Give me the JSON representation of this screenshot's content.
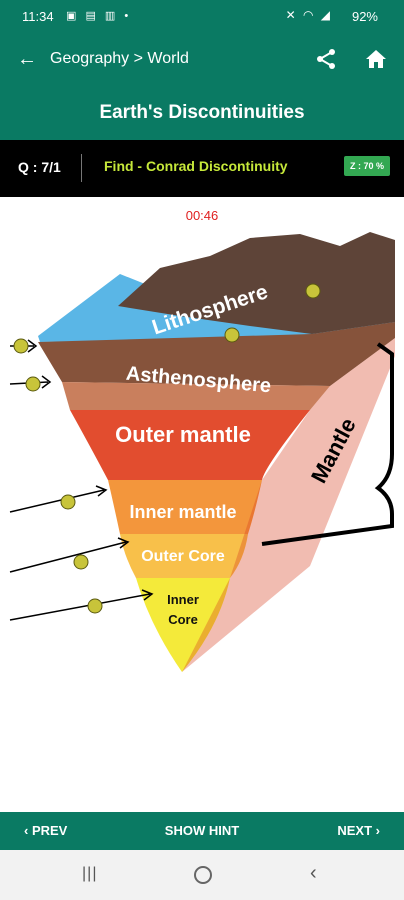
{
  "status": {
    "time": "11:34",
    "battery": "92%"
  },
  "app_bar": {
    "breadcrumb": "Geography > World"
  },
  "title": "Earth's Discontinuities",
  "question": {
    "number": "Q : 7/1",
    "prompt": "Find - Conrad Discontinuity",
    "zoom": "Z : 70 %"
  },
  "timer": "00:46",
  "diagram": {
    "layers": {
      "lithosphere": "Lithosphere",
      "asthenosphere": "Asthenosphere",
      "outer_mantle": "Outer mantle",
      "inner_mantle": "Inner mantle",
      "outer_core": "Outer Core",
      "inner_core_line1": "Inner",
      "inner_core_line2": "Core"
    },
    "bracket_label": "Mantle"
  },
  "bottom_nav": {
    "prev": "PREV",
    "hint": "SHOW HINT",
    "next": "NEXT"
  },
  "colors": {
    "brand": "#0a7a63",
    "prompt": "#c6e83a",
    "timer": "#e02020",
    "zoom_badge": "#33a852"
  }
}
